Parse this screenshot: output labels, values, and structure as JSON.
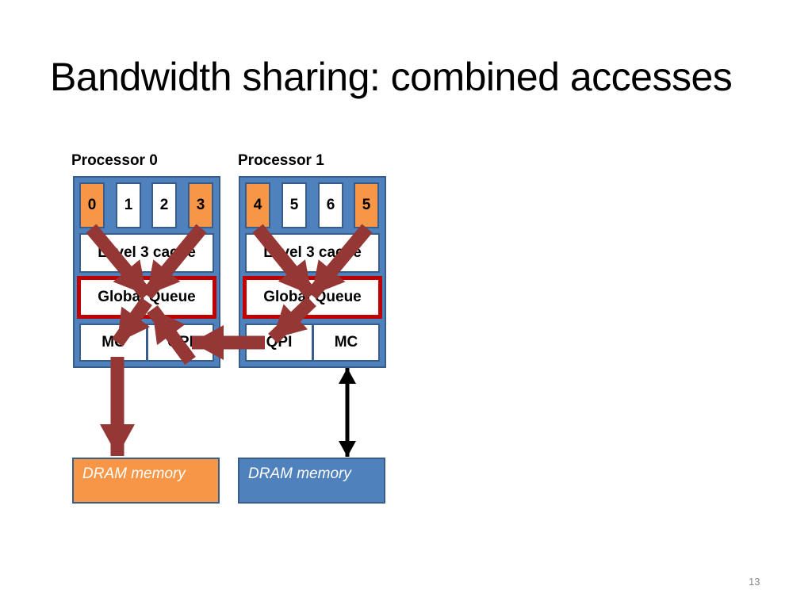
{
  "slide": {
    "title": "Bandwidth sharing: combined accesses",
    "page_number": "13"
  },
  "processors": [
    {
      "label": "Processor 0",
      "cores": [
        {
          "id": "0",
          "active": true
        },
        {
          "id": "1",
          "active": false
        },
        {
          "id": "2",
          "active": false
        },
        {
          "id": "3",
          "active": true
        }
      ],
      "l3_label": "Level 3 cache",
      "gq_label": "Global Queue",
      "left_unit": "MC",
      "right_unit": "QPI",
      "dram_label": "DRAM memory",
      "dram_color": "#f79646"
    },
    {
      "label": "Processor 1",
      "cores": [
        {
          "id": "4",
          "active": true
        },
        {
          "id": "5",
          "active": false
        },
        {
          "id": "6",
          "active": false
        },
        {
          "id": "5",
          "active": true
        }
      ],
      "l3_label": "Level 3 cache",
      "gq_label": "Global Queue",
      "left_unit": "QPI",
      "right_unit": "MC",
      "dram_label": "DRAM memory",
      "dram_color": "#4f81bd"
    }
  ],
  "colors": {
    "processor_fill": "#4f81bd",
    "active_core": "#f79646",
    "global_queue_border": "#c00000",
    "traffic_arrow": "#953735",
    "idle_link": "#000000"
  }
}
